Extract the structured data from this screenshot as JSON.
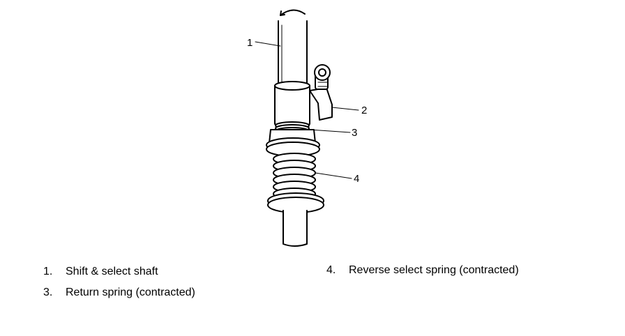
{
  "diagram": {
    "callouts": [
      "1",
      "2",
      "3",
      "4"
    ],
    "rotation_icon": "rotation-arrow-icon"
  },
  "legend": [
    {
      "number": "1.",
      "label": "Shift & select shaft"
    },
    {
      "number": "3.",
      "label": "Return spring (contracted)"
    },
    {
      "number": "4.",
      "label": "Reverse select spring (contracted)"
    }
  ]
}
